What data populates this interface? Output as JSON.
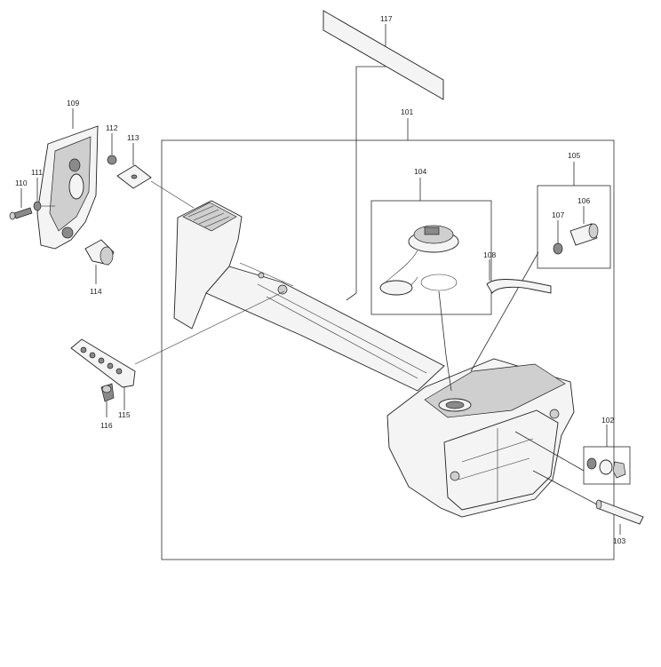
{
  "part_labels": {
    "p101": "101",
    "p102": "102",
    "p103": "103",
    "p104": "104",
    "p105": "105",
    "p106": "106",
    "p107": "107",
    "p108": "108",
    "p109": "109",
    "p110": "110",
    "p111": "111",
    "p112": "112",
    "p113": "113",
    "p114": "114",
    "p115": "115",
    "p116": "116",
    "p117": "117"
  }
}
